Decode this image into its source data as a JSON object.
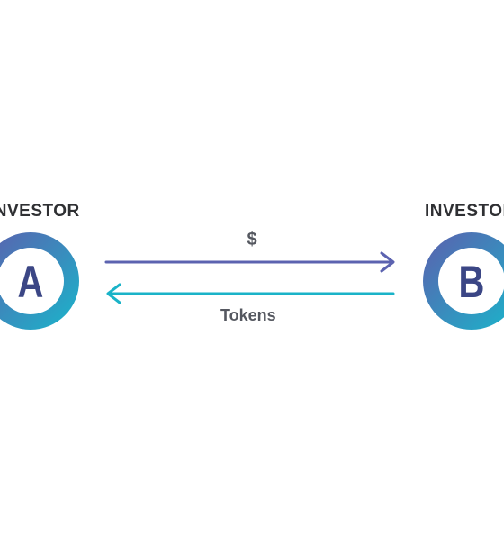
{
  "investors": [
    {
      "label": "INVESTOR",
      "letter": "A"
    },
    {
      "label": "INVESTOR",
      "letter": "B"
    }
  ],
  "flows": {
    "to_b": {
      "label": "$",
      "color": "#5c63b0"
    },
    "to_a": {
      "label": "Tokens",
      "color": "#1ab3c8"
    }
  },
  "colors": {
    "gradient_start": "#5c5fae",
    "gradient_end": "#19b6cb",
    "letter": "#3b4685",
    "label": "#2f3033"
  }
}
